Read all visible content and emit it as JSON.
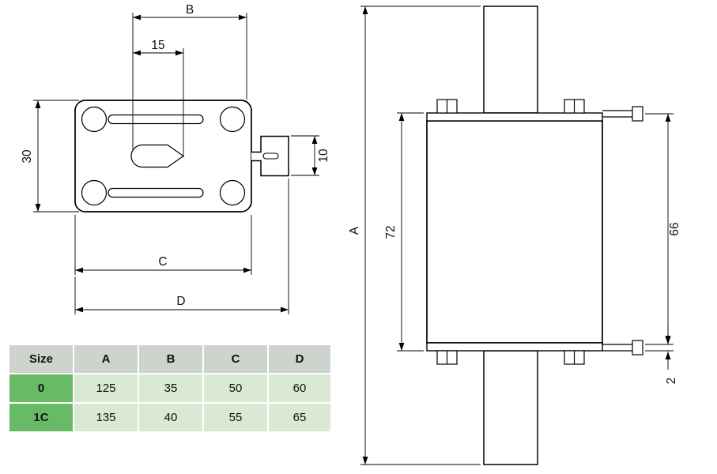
{
  "colors": {
    "table_header_bg": "#cdd3cd",
    "table_size_bg": "#69ba66",
    "table_cell_bg": "#d9e9d3",
    "line_color": "#000000",
    "text_color": "#111111"
  },
  "front_view": {
    "dims": {
      "b": "B",
      "fifteen": "15",
      "thirty": "30",
      "ten": "10",
      "c": "C",
      "d": "D"
    }
  },
  "side_view": {
    "dims": {
      "a": "A",
      "seventy_two": "72",
      "sixty_six": "66",
      "two": "2"
    }
  },
  "table": {
    "headers": [
      "Size",
      "A",
      "B",
      "C",
      "D"
    ],
    "rows": [
      [
        "0",
        "125",
        "35",
        "50",
        "60"
      ],
      [
        "1C",
        "135",
        "40",
        "55",
        "65"
      ]
    ]
  }
}
